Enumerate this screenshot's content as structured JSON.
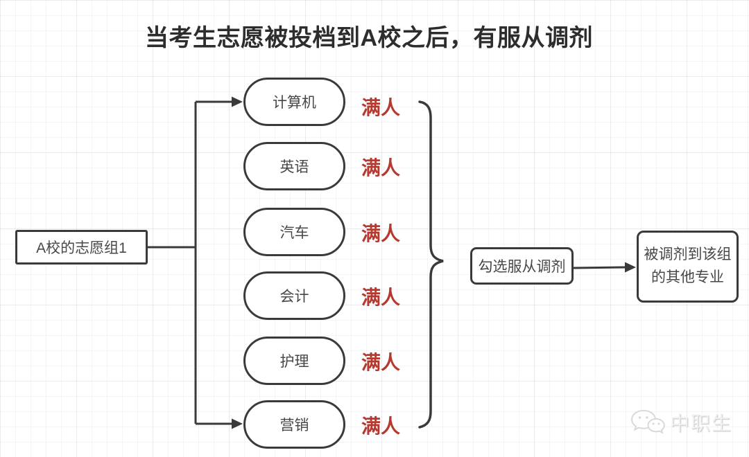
{
  "title": "当考生志愿被投档到A校之后，有服从调剂",
  "diagram": {
    "source_box": {
      "label": "A校的志愿组1"
    },
    "majors": [
      {
        "name": "计算机",
        "status": "满人"
      },
      {
        "name": "英语",
        "status": "满人"
      },
      {
        "name": "汽车",
        "status": "满人"
      },
      {
        "name": "会计",
        "status": "满人"
      },
      {
        "name": "护理",
        "status": "满人"
      },
      {
        "name": "营销",
        "status": "满人"
      }
    ],
    "action_box": {
      "label": "勾选服从调剂"
    },
    "result_box": {
      "line1": "被调剂到该组",
      "line2": "的其他专业"
    }
  },
  "watermark": {
    "text": "中职生",
    "icon": "wechat-logo-icon"
  },
  "colors": {
    "status_red": "#b5392f",
    "line_dark": "#3a3a3a",
    "title_dark": "#2d2d2d"
  }
}
